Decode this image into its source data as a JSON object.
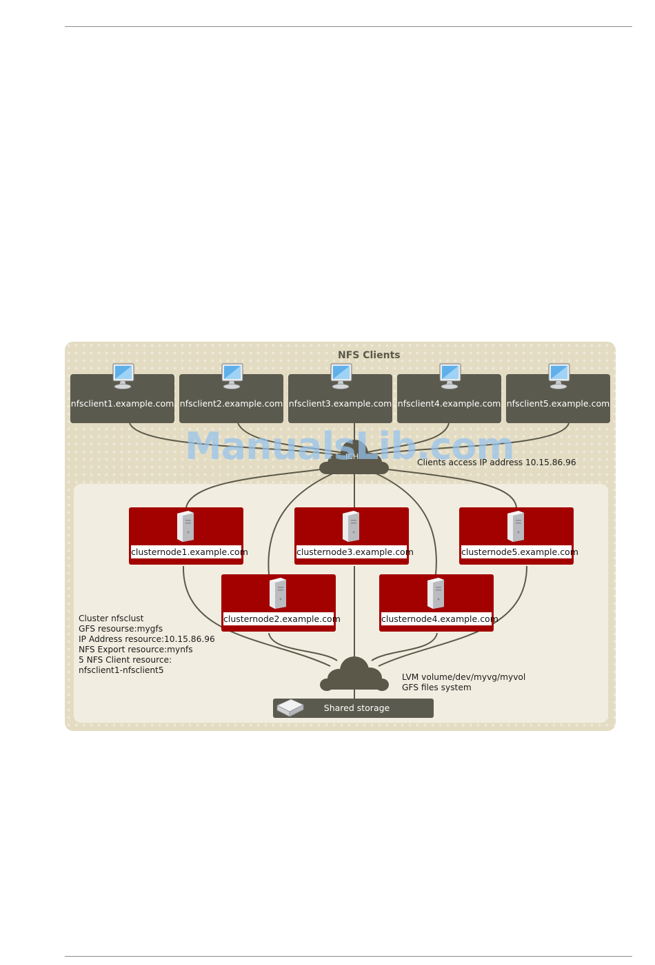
{
  "figure": {
    "title": "NFS Clients",
    "clients": [
      {
        "label": "nfsclient1.example.com"
      },
      {
        "label": "nfsclient2.example.com"
      },
      {
        "label": "nfsclient3.example.com"
      },
      {
        "label": "nfsclient4.example.com"
      },
      {
        "label": "nfsclient5.example.com"
      }
    ],
    "cloud_top_label": "ICH",
    "client_access_note": "Clients access IP address 10.15.86.96",
    "cluster_nodes": [
      {
        "label": "clusternode1.example.com"
      },
      {
        "label": "clusternode2.example.com"
      },
      {
        "label": "clusternode3.example.com"
      },
      {
        "label": "clusternode4.example.com"
      },
      {
        "label": "clusternode5.example.com"
      }
    ],
    "cluster_info": [
      "Cluster nfsclust",
      "GFS resourse:mygfs",
      "IP Address resource:10.15.86.96",
      "NFS Export resource:mynfs",
      "5 NFS Client resource:",
      "nfsclient1-nfsclient5"
    ],
    "storage_note": [
      "LVM volume/dev/myvg/myvol",
      "GFS files system"
    ],
    "storage_label": "Shared storage",
    "colors": {
      "client_box": "#5b5a4e",
      "node_box": "#a30000",
      "background": "#e3dcc3",
      "cluster_panel": "#f1ede0",
      "link": "#5b5849"
    },
    "icons": [
      "monitor-icon",
      "server-icon",
      "cloud-icon",
      "disk-icon"
    ]
  },
  "watermark": "ManualsLib.com"
}
